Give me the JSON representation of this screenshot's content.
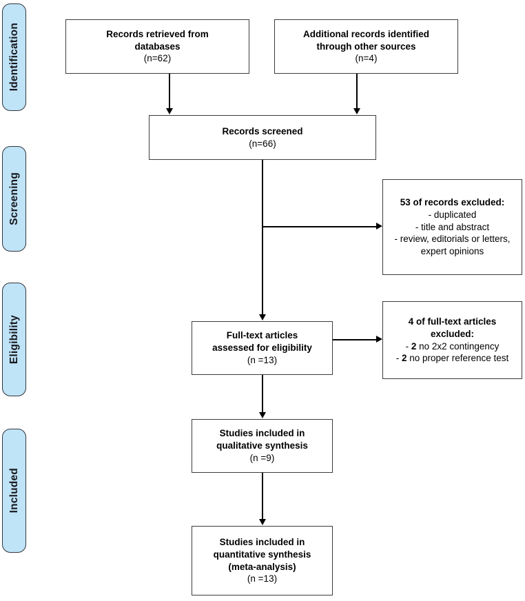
{
  "diagram": {
    "title": "PRISMA study selection flow diagram",
    "colors": {
      "stage_pill_fill": "#bfe3f7",
      "stage_pill_border": "#31353b",
      "box_border": "#3b3b3b",
      "box_fill": "#ffffff",
      "connector": "#000000",
      "text": "#000000"
    },
    "stages": [
      {
        "id": "identification",
        "label": "Identification"
      },
      {
        "id": "screening",
        "label": "Screening"
      },
      {
        "id": "eligibility",
        "label": "Eligibility"
      },
      {
        "id": "included",
        "label": "Included"
      }
    ],
    "boxes": {
      "records_databases": {
        "lines": [
          {
            "text": "Records retrieved from",
            "weight": "bold"
          },
          {
            "text": "databases",
            "weight": "bold"
          },
          {
            "text": "(n=62)",
            "weight": "normal"
          }
        ]
      },
      "records_other_sources": {
        "lines": [
          {
            "text": "Additional records identified",
            "weight": "bold"
          },
          {
            "text": "through other sources",
            "weight": "bold"
          },
          {
            "text": "(n=4)",
            "weight": "normal"
          }
        ]
      },
      "records_screened": {
        "lines": [
          {
            "text": "Records screened",
            "weight": "bold"
          },
          {
            "text": "(n=66)",
            "weight": "normal"
          }
        ]
      },
      "records_excluded": {
        "lines": [
          {
            "text": "53 of records excluded:",
            "weight": "bold"
          },
          {
            "text": "- duplicated",
            "weight": "normal"
          },
          {
            "text": "- title and abstract",
            "weight": "normal"
          },
          {
            "text": "- review, editorials or letters,",
            "weight": "normal"
          },
          {
            "text": "expert opinions",
            "weight": "normal"
          }
        ]
      },
      "fulltext_assessed": {
        "lines": [
          {
            "text": "Full-text articles",
            "weight": "bold"
          },
          {
            "text": "assessed for eligibility",
            "weight": "bold"
          },
          {
            "text": "(n =13)",
            "weight": "normal"
          }
        ]
      },
      "fulltext_excluded": {
        "lines": [
          {
            "text": "4 of full-text articles",
            "weight": "bold"
          },
          {
            "text": "excluded:",
            "weight": "bold"
          },
          {
            "html": "-  <b>2</b> no 2x2 contingency",
            "weight": "normal"
          },
          {
            "html": "-  <b>2</b> no proper reference test",
            "weight": "normal"
          }
        ]
      },
      "qualitative_synthesis": {
        "lines": [
          {
            "text": "Studies included in",
            "weight": "bold"
          },
          {
            "text": "qualitative synthesis",
            "weight": "bold"
          },
          {
            "text": "(n =9)",
            "weight": "normal"
          }
        ]
      },
      "quantitative_synthesis": {
        "lines": [
          {
            "text": "Studies included in",
            "weight": "bold"
          },
          {
            "text": "quantitative synthesis",
            "weight": "bold"
          },
          {
            "text": "(meta-analysis)",
            "weight": "bold"
          },
          {
            "text": "(n =13)",
            "weight": "normal"
          }
        ]
      }
    }
  }
}
